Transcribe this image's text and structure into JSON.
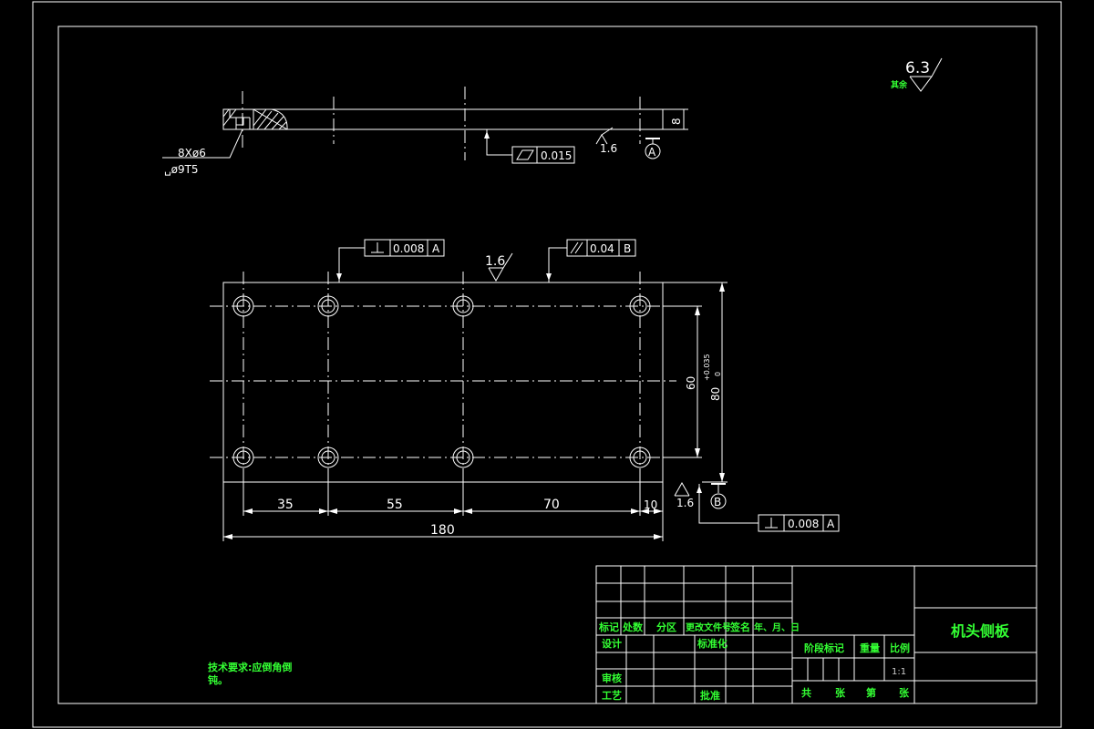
{
  "drawing": {
    "part_title": "机头侧板",
    "roughness_rest": "6.3",
    "roughness_rest_label": "其余",
    "tech_req_line1": "技术要求:应倒角倒",
    "tech_req_line2": "钝。"
  },
  "side_view": {
    "hole_spec_line1": "8Xø6",
    "hole_spec_line2": "␣ø9T5",
    "thickness": "8",
    "flatness_tol": "0.015",
    "roughness": "1.6",
    "datum_a": "A"
  },
  "top_view": {
    "perp_tol": "0.008",
    "perp_datum": "A",
    "parallel_tol": "0.04",
    "parallel_datum": "B",
    "roughness_top": "1.6",
    "roughness_bottom": "1.6",
    "datum_b": "B",
    "perp_tol_2": "0.008",
    "perp_datum_2": "A",
    "dim_35": "35",
    "dim_55": "55",
    "dim_70": "70",
    "dim_10": "10",
    "dim_180": "180",
    "dim_60": "60",
    "dim_80": "80",
    "dim_80_upper": "+0.035",
    "dim_80_lower": "0"
  },
  "title_block": {
    "mark": "标记",
    "count": "处数",
    "zone": "分区",
    "change_doc": "更改文件号",
    "signature": "签名",
    "date": "年、月、日",
    "design": "设计",
    "standardize": "标准化",
    "review": "审核",
    "process": "工艺",
    "approve": "批准",
    "stage_mark": "阶段标记",
    "weight": "重量",
    "scale": "比例",
    "scale_value": "1:1",
    "total": "共",
    "sheets": "张",
    "sheet_no": "第",
    "sheet": "张"
  }
}
